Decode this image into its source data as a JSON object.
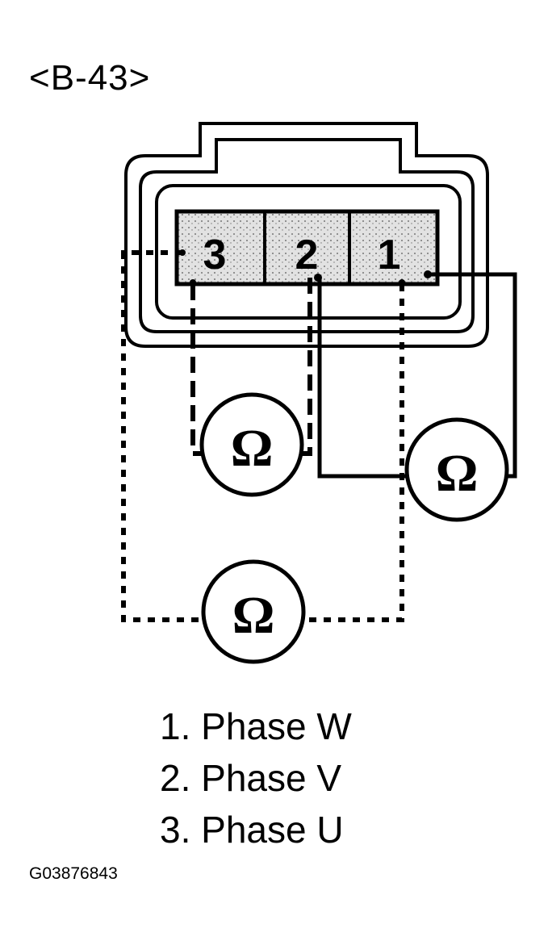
{
  "connector": {
    "label": "<B-43>"
  },
  "pins": [
    {
      "number": "3"
    },
    {
      "number": "2"
    },
    {
      "number": "1"
    }
  ],
  "meter_symbol": "Ω",
  "legend": [
    {
      "text": "1. Phase W"
    },
    {
      "text": "2. Phase V"
    },
    {
      "text": "3. Phase U"
    }
  ],
  "figure_id": "G03876843",
  "colors": {
    "line": "#000000",
    "pin_fill": "#d8d8d8",
    "background": "#ffffff"
  }
}
